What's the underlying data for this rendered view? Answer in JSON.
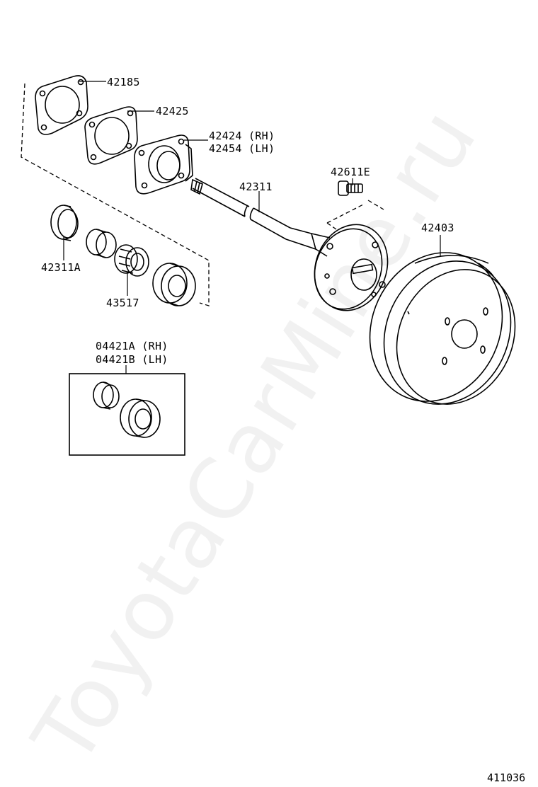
{
  "parts": {
    "p42185": "42185",
    "p42425": "42425",
    "p42424": "42424 (RH)",
    "p42454": "42454 (LH)",
    "p42611E": "42611E",
    "p42311": "42311",
    "p42403": "42403",
    "p42311A": "42311A",
    "p43517": "43517",
    "p04421A": "04421A (RH)",
    "p04421B": "04421B (LH)"
  },
  "watermark": "ToyotaCarMine.ru",
  "figure_number": "411036",
  "icons": {
    "gasket": "gasket-icon",
    "retainer": "retainer-icon",
    "axle_shaft": "axle-shaft-icon",
    "hub_bolt": "hub-bolt-icon",
    "brake_drum": "brake-drum-icon",
    "oil_seal": "oil-seal-icon",
    "bearing": "bearing-icon"
  }
}
